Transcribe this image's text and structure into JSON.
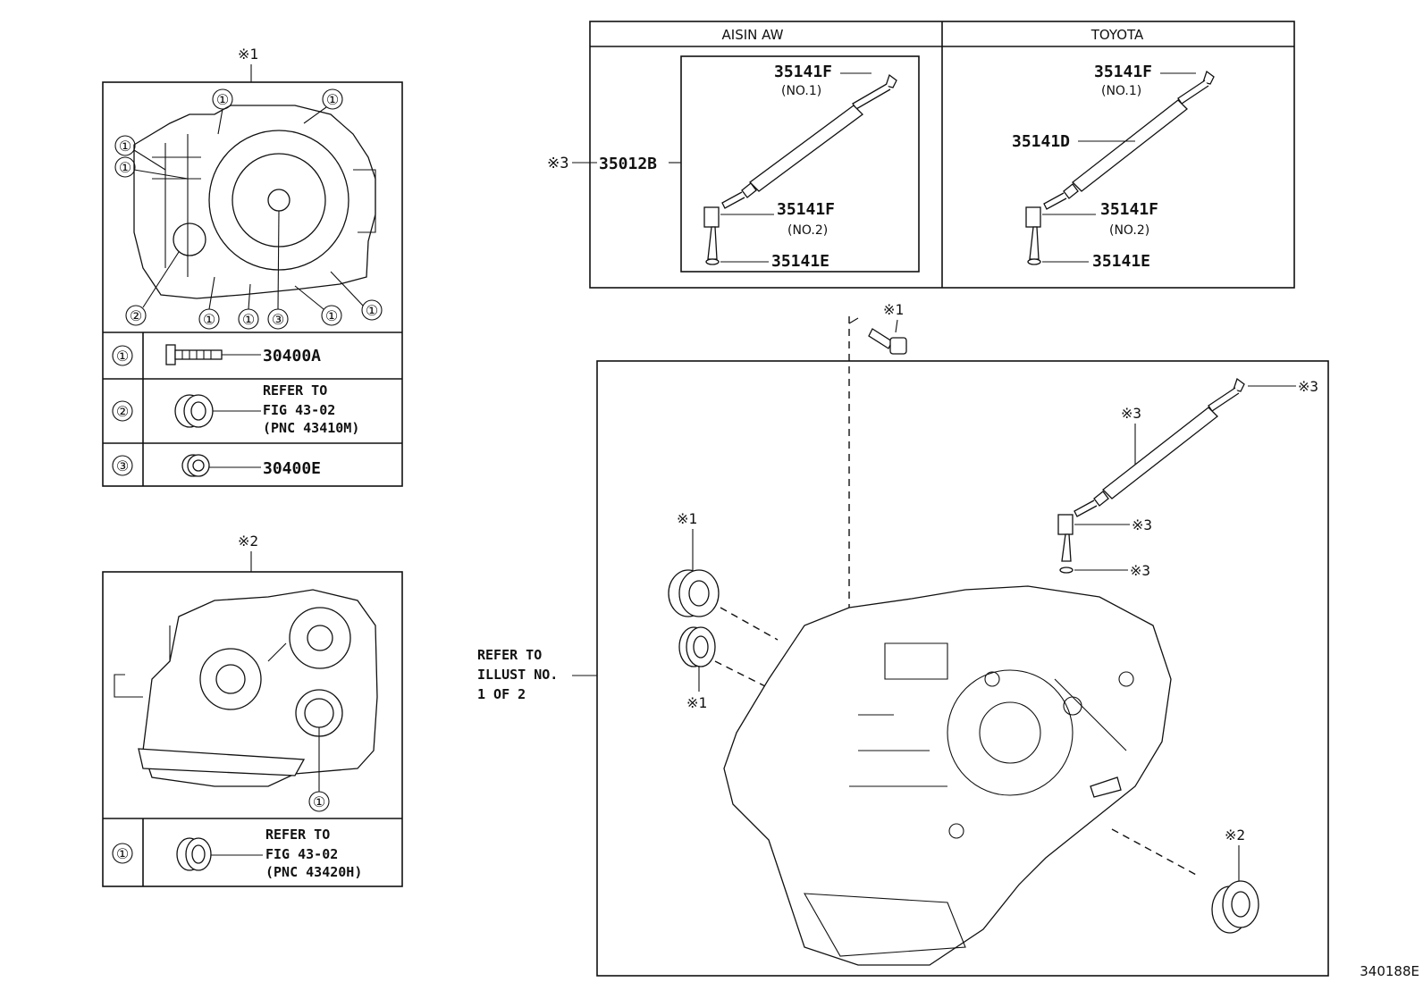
{
  "diagram_id": "340188E",
  "brand_table": {
    "col1": "AISIN AW",
    "col2": "TOYOTA",
    "side_mark": "※3",
    "assy_part": "35012B",
    "aisin": {
      "top_part": "35141F",
      "top_note": "(NO.1)",
      "mid_part": "35141F",
      "mid_note": "(NO.2)",
      "oring_part": "35141E"
    },
    "toyota": {
      "top_part": "35141F",
      "top_note": "(NO.1)",
      "tube_part": "35141D",
      "mid_part": "35141F",
      "mid_note": "(NO.2)",
      "oring_part": "35141E"
    }
  },
  "panel1": {
    "mark": "※1",
    "callouts": [
      "①",
      "①",
      "①",
      "①",
      "②",
      "①",
      "①",
      "③",
      "①",
      "①"
    ],
    "rows": [
      {
        "key": "①",
        "text1": "30400A",
        "text2": "",
        "text3": ""
      },
      {
        "key": "②",
        "text1": "REFER TO",
        "text2": "FIG 43-02",
        "text3": "(PNC 43410M)"
      },
      {
        "key": "③",
        "text1": "30400E",
        "text2": "",
        "text3": ""
      }
    ]
  },
  "panel2": {
    "mark": "※2",
    "callout": "①",
    "row": {
      "key": "①",
      "text1": "REFER TO",
      "text2": "FIG 43-02",
      "text3": "(PNC 43420H)"
    }
  },
  "main": {
    "bolt_mark": "※1",
    "seal_mark_top": "※1",
    "seal_mark_bottom": "※1",
    "seal_right_mark": "※2",
    "hose_marks": [
      "※3",
      "※3",
      "※3",
      "※3"
    ],
    "refer_lines": [
      "REFER TO",
      "ILLUST NO.",
      "1 OF 2"
    ]
  },
  "icons": [
    "bolt-icon",
    "oil-seal-icon",
    "o-ring-icon",
    "transmission-case-icon",
    "cooler-hose-icon",
    "union-bolt-icon"
  ]
}
